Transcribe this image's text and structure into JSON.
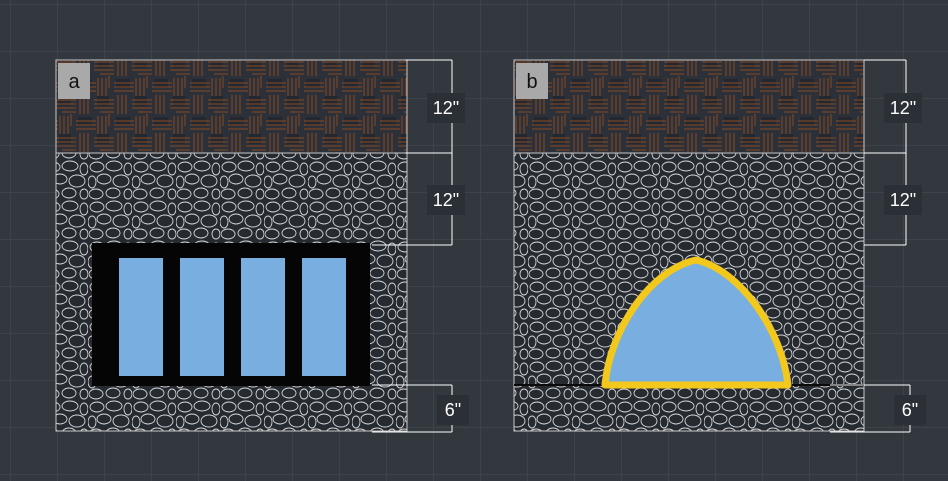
{
  "panels": [
    {
      "tag": "a",
      "dimensions": {
        "top": "12\"",
        "middle": "12\"",
        "bottom": "6\""
      },
      "opening": "grille"
    },
    {
      "tag": "b",
      "dimensions": {
        "top": "12\"",
        "middle": "12\"",
        "bottom": "6\""
      },
      "opening": "arch"
    }
  ],
  "colors": {
    "background": "#33383f",
    "wood_hatch": "#8a4a22",
    "stone_outline": "#d6d6d6",
    "glass": "#78aee0",
    "grille": "#050505",
    "arch_trim": "#f2c81c",
    "dimension_line": "#ffffff"
  }
}
